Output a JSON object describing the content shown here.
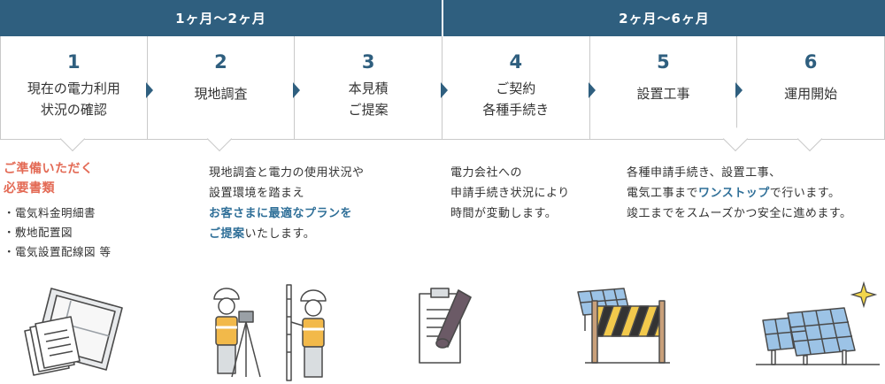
{
  "periods": [
    {
      "label": "1ヶ月〜2ヶ月"
    },
    {
      "label": "2ヶ月〜6ヶ月"
    }
  ],
  "steps": [
    {
      "number": "1",
      "label": "現在の電力利用\n状況の確認"
    },
    {
      "number": "2",
      "label": "現地調査"
    },
    {
      "number": "3",
      "label": "本見積\nご提案"
    },
    {
      "number": "4",
      "label": "ご契約\n各種手続き"
    },
    {
      "number": "5",
      "label": "設置工事"
    },
    {
      "number": "6",
      "label": "運用開始"
    }
  ],
  "details": {
    "preparation": {
      "title_line1": "ご準備いただく",
      "title_line2": "必要書類",
      "items": [
        "・電気料金明細書",
        "・敷地配置図",
        "・電気設置配線図 等"
      ]
    },
    "survey": {
      "line1": "現地調査と電力の使用状況や",
      "line2": "設置環境を踏まえ",
      "line3_highlight": "お客さまに最適なプランを",
      "line4_highlight": "ご提案",
      "line4_rest": "いたします。"
    },
    "contract": {
      "line1": "電力会社への",
      "line2": "申請手続き状況により",
      "line3": "時間が変動します。"
    },
    "construction": {
      "line1": "各種申請手続き、設置工事、",
      "line2_pre": "電気工事まで",
      "line2_highlight": "ワンストップ",
      "line2_post": "で行います。",
      "line3": "竣工までをスムーズかつ安全に進めます。"
    }
  },
  "colors": {
    "primary": "#2f5f7f",
    "accent_red": "#e36a55",
    "highlight_blue": "#2f6f98",
    "border": "#c9c9c9"
  },
  "illustrations": [
    "documents-icon",
    "surveyors-icon",
    "contract-icon",
    "construction-barrier-icon",
    "solar-panels-icon"
  ]
}
